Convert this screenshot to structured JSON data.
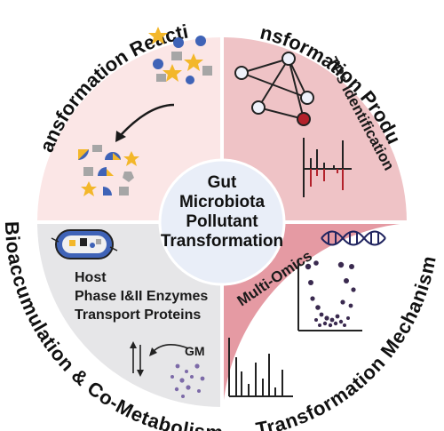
{
  "diagram": {
    "center_lines": [
      "Gut",
      "Microbiota",
      "Pollutant",
      "Transformation"
    ],
    "ring_labels": {
      "top_left": "Transformation Reaction",
      "top_right": "Transformation Products",
      "bottom_left": "Bioaccumulation & Co-Metabolism",
      "bottom_right": "Transformation Mechanism"
    },
    "tps_identification": "TPs Identification",
    "multi_omics": "Multi-Omics",
    "host_lines": [
      "Host",
      "Phase I&II Enzymes",
      "Transport Proteins"
    ],
    "gm_label": "GM",
    "colors": {
      "ring": "#3a3a3a",
      "q_top_left": "#fbe6e6",
      "q_top_right": "#efc3c6",
      "q_bottom_left": "#e6e6e8",
      "q_bottom_right": "#e59aa3",
      "center_fill": "#e9eef8",
      "yellow": "#f3b72a",
      "blue": "#3f63b7",
      "gray": "#a6a6a6",
      "purple": "#7c6aa8",
      "red": "#b3222b",
      "navy": "#20245f"
    }
  }
}
